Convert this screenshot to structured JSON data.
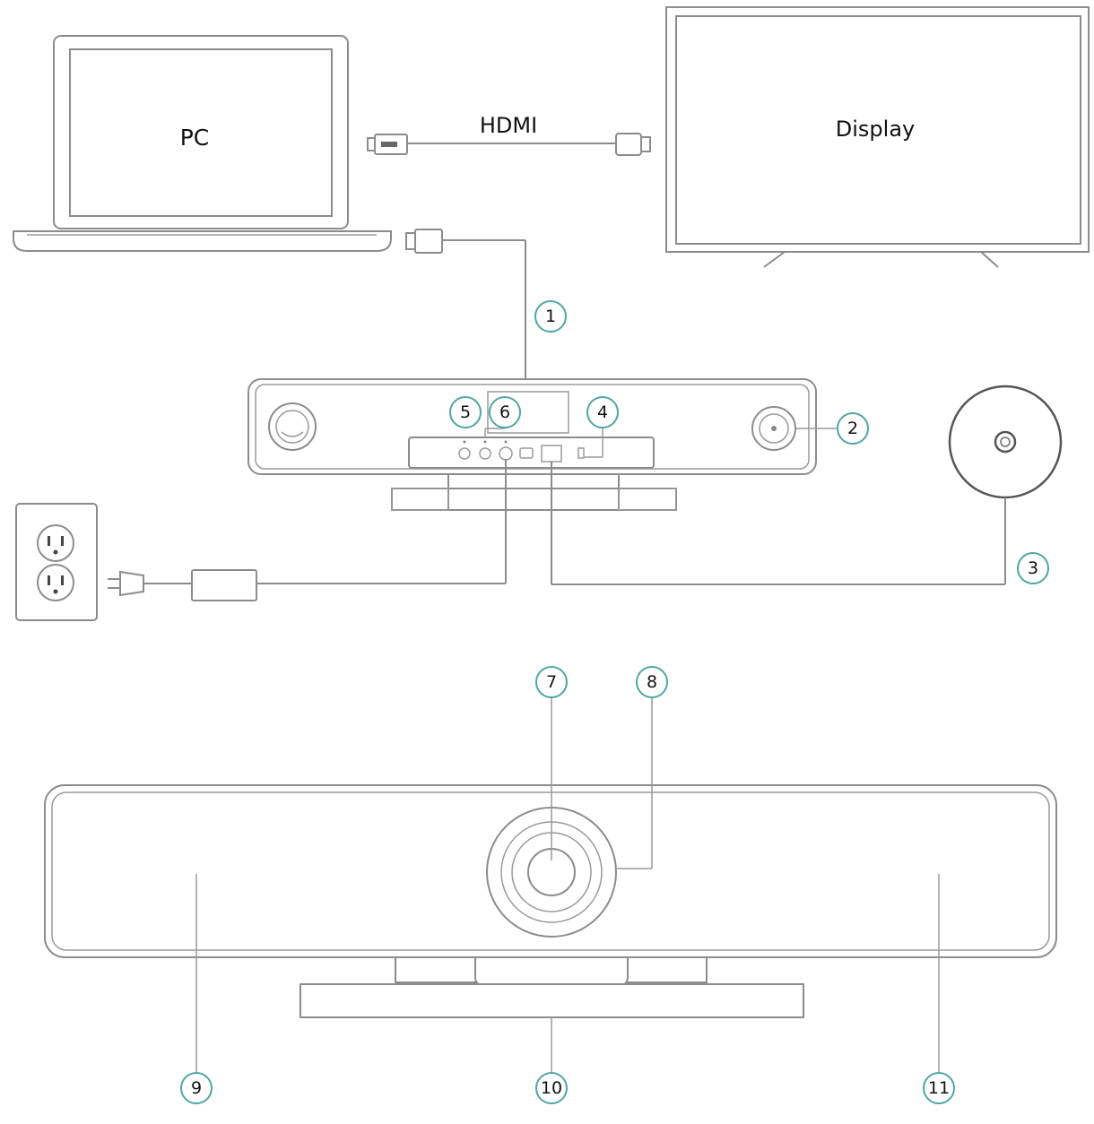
{
  "labels": {
    "pc": "PC",
    "hdmi": "HDMI",
    "display": "Display"
  },
  "callouts": [
    "1",
    "2",
    "3",
    "4",
    "5",
    "6",
    "7",
    "8",
    "9",
    "10",
    "11"
  ],
  "colors": {
    "callout_ring": "#4fa7a0",
    "line": "#8c8c8c",
    "background": "#ffffff"
  },
  "icons": [
    "laptop-icon",
    "tv-icon",
    "hdmi-cable-icon",
    "usb-cable-icon",
    "power-outlet-icon",
    "power-adapter-icon",
    "wireless-mic-icon",
    "video-bar-icon"
  ]
}
